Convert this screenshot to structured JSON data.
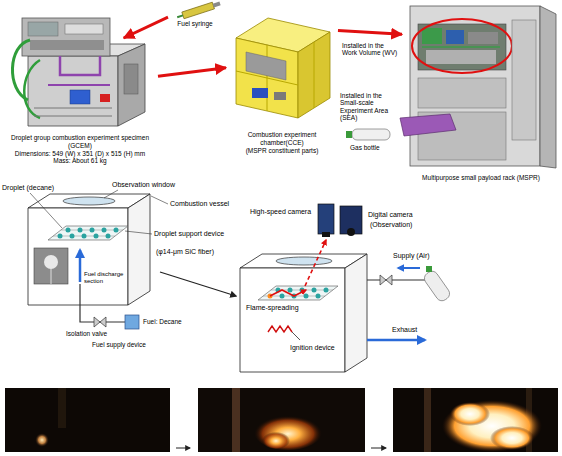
{
  "diagram": {
    "nodes": [
      {
        "text": [
          "Droplet group combustion experiment specimen (GCEM)",
          "Dimensions: 549 (W) x 351 (D) x 515 (H) mm",
          "Mass: About 61 kg"
        ]
      },
      {
        "text": [
          "Fuel syringe"
        ]
      },
      {
        "text": [
          "Combustion experiment chamber(CCE)",
          "(MSPR constituent parts)"
        ]
      },
      {
        "text": [
          "Multipurpose small payload rack (MSPR)"
        ]
      }
    ],
    "edges": [
      {
        "from": 1,
        "to": 0,
        "arrow": "to"
      },
      {
        "from": 0,
        "to": 2,
        "arrow": "to"
      },
      {
        "from": 2,
        "to": 3,
        "arrow": "to"
      }
    ],
    "labels": [
      "Installed in the Work Volume (WV)",
      "Installed in the Small-scale Experiment Area (SEA)",
      "Gas bottle",
      "Observation window",
      "Droplet (decane)",
      "Combustion vessel",
      "Droplet support device",
      "(φ14-μm SiC fiber)",
      "Fuel discharge section",
      "Isolation valve",
      "Fuel: Decane",
      "Fuel supply device",
      "High-speed camera",
      "Digital camera",
      "(Observation)",
      "Supply (Air)",
      "Flame-spreading",
      "Ignition device",
      "Exhaust"
    ]
  }
}
